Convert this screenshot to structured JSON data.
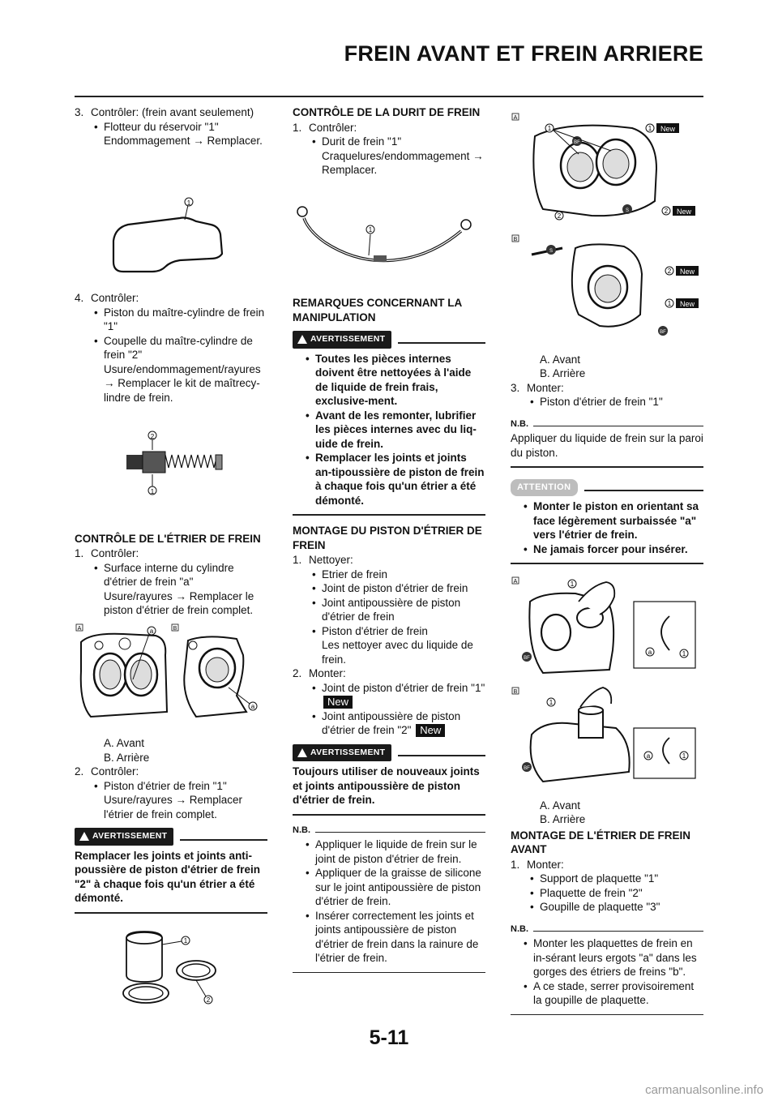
{
  "header": {
    "title": "FREIN AVANT ET FREIN ARRIERE"
  },
  "footer": {
    "page": "5-11"
  },
  "watermark": "carmanualsonline.info",
  "col1": {
    "s3_num": "3.",
    "s3_label": "Contrôler: (frein avant seulement)",
    "s3_b1": "Flotteur du réservoir \"1\"",
    "s3_b1d": "Endommagement → Remplacer.",
    "s4_num": "4.",
    "s4_label": "Contrôler:",
    "s4_b1": "Piston du maître-cylindre de frein \"1\"",
    "s4_b2": "Coupelle du maître-cylindre de frein \"2\"",
    "s4_b2d": "Usure/endommagement/rayures → Remplacer le kit de maîtrecy-lindre de frein.",
    "caliper_title": "CONTRÔLE DE L'ÉTRIER DE FREIN",
    "c1_num": "1.",
    "c1_label": "Contrôler:",
    "c1_b1": "Surface interne du cylindre d'étrier de frein \"a\"",
    "c1_b1d": "Usure/rayures → Remplacer le piston d'étrier de frein complet.",
    "fig_a": "A",
    "fig_b": "B",
    "lbl_a": "a",
    "lbl_1": "1",
    "lbl_2": "2",
    "cap_a": "A.  Avant",
    "cap_b": "B.  Arrière",
    "c2_num": "2.",
    "c2_label": "Contrôler:",
    "c2_b1": "Piston d'étrier de frein \"1\"",
    "c2_b1d": "Usure/rayures → Remplacer l'étrier de frein complet.",
    "warn_label": "AVERTISSEMENT",
    "warn_text": "Remplacer les joints et joints anti-poussière de piston d'étrier de frein \"2\" à chaque fois qu'un étrier a été démonté."
  },
  "col2": {
    "hose_title": "CONTRÔLE DE LA DURIT DE FREIN",
    "h1_num": "1.",
    "h1_label": "Contrôler:",
    "h1_b1": "Durit de frein \"1\"",
    "h1_b1d": "Craquelures/endommagement → Remplacer.",
    "handling_title": "REMARQUES CONCERNANT LA MANIPULATION",
    "warn_label": "AVERTISSEMENT",
    "warn1_b1": "Toutes les pièces internes doivent être nettoyées à l'aide de liquide de frein frais, exclusive-ment.",
    "warn1_b2": "Avant de les remonter, lubrifier les pièces internes avec du liq-uide de frein.",
    "warn1_b3": "Remplacer les joints et joints an-tipoussière de piston de frein à chaque fois qu'un étrier a été démonté.",
    "piston_title": "MONTAGE DU PISTON D'ÉTRIER DE FREIN",
    "p1_num": "1.",
    "p1_label": "Nettoyer:",
    "p1_b1": "Etrier de frein",
    "p1_b2": "Joint de piston d'étrier de frein",
    "p1_b3": "Joint antipoussière de piston d'étrier de frein",
    "p1_b4": "Piston d'étrier de frein",
    "p1_b4d": "Les nettoyer avec du liquide de frein.",
    "p2_num": "2.",
    "p2_label": "Monter:",
    "p2_b1": "Joint de piston d'étrier de frein \"1\"",
    "p2_b2": "Joint antipoussière de piston d'étrier de frein \"2\"",
    "new_tag": "New",
    "warn2_text": "Toujours utiliser de nouveaux joints et joints antipoussière de piston d'étrier de frein.",
    "nb_label": "N.B.",
    "nb_b1": "Appliquer le liquide de frein sur le joint de piston d'étrier de frein.",
    "nb_b2": "Appliquer de la graisse de silicone sur le joint antipoussière de piston d'étrier de frein.",
    "nb_b3": "Insérer correctement les joints et joints antipoussière de piston d'étrier de frein dans la rainure de l'étrier de frein.",
    "lbl_1": "1"
  },
  "col3": {
    "fig_a": "A",
    "fig_b": "B",
    "cap_a": "A.  Avant",
    "cap_b": "B.  Arrière",
    "m3_num": "3.",
    "m3_label": "Monter:",
    "m3_b1": "Piston d'étrier de frein \"1\"",
    "nb_label": "N.B.",
    "nb1_text": "Appliquer du liquide de frein sur la paroi du piston.",
    "att_label": "ATTENTION",
    "att_b1": "Monter le piston en orientant sa face légèrement surbaissée \"a\" vers l'étrier de frein.",
    "att_b2": "Ne jamais forcer pour insérer.",
    "cap2_a": "A.  Avant",
    "cap2_b": "B.  Arrière",
    "front_title": "MONTAGE DE L'ÉTRIER DE FREIN AVANT",
    "f1_num": "1.",
    "f1_label": "Monter:",
    "f1_b1": "Support de plaquette \"1\"",
    "f1_b2": "Plaquette de frein \"2\"",
    "f1_b3": "Goupille de plaquette \"3\"",
    "nb2_b1": "Monter les plaquettes de frein en in-sérant leurs ergots \"a\" dans les gorges des étriers de freins \"b\".",
    "nb2_b2": "A ce stade, serrer provisoirement la goupille de plaquette.",
    "new_tag": "New",
    "bf": "BF",
    "s": "S",
    "lbl_1": "1",
    "lbl_2": "2",
    "lbl_a": "a"
  }
}
